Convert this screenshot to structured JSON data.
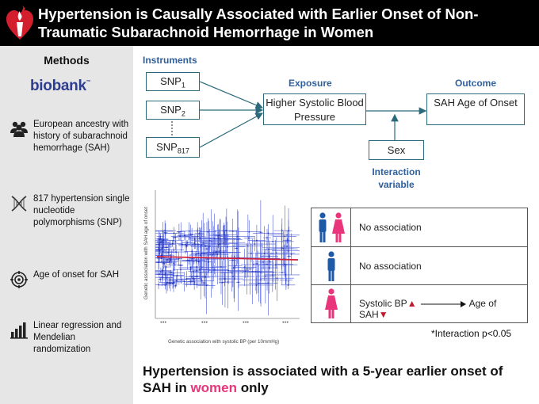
{
  "header": {
    "title": "Hypertension is Causally Associated with Earlier Onset of Non-Traumatic Subarachnoid Hemorrhage in Women",
    "logo_icon": "heart-torch-icon"
  },
  "sidebar": {
    "title": "Methods",
    "brand": "biobank",
    "brand_mark": "™",
    "items": [
      {
        "icon": "people-icon",
        "text": "European ancestry with history of subarachnoid hemorrhage (SAH)"
      },
      {
        "icon": "dna-icon",
        "text": "817 hypertension single nucleotide polymorphisms (SNP)"
      },
      {
        "icon": "target-icon",
        "text": "Age of onset for SAH"
      },
      {
        "icon": "bar-chart-icon",
        "text": "Linear regression and Mendelian randomization"
      }
    ]
  },
  "diagram": {
    "instruments_label": "Instruments",
    "snp_prefix": "SNP",
    "snp1_sub": "1",
    "snp2_sub": "2",
    "snp3_sub": "817",
    "exposure_label": "Exposure",
    "exposure_text": "Higher Systolic Blood Pressure",
    "outcome_label": "Outcome",
    "outcome_text": "SAH Age of Onset",
    "sex_text": "Sex",
    "interaction_label": "Interaction variable"
  },
  "plot": {
    "xlabel": "Genetic association with systolic BP (per 10mmHg)",
    "ylabel": "Genetic association with SAH age of onset"
  },
  "results": {
    "rows": [
      {
        "icons": "male-female-icons",
        "text": "No association"
      },
      {
        "icons": "male-icon",
        "text": "No association"
      },
      {
        "icons": "female-icon",
        "text_a": "Systolic BP",
        "text_b": "Age of SAH"
      }
    ],
    "up_color": "#c0192b",
    "male_color": "#1f5aa6",
    "female_color": "#e8357c"
  },
  "footnote": "*Interaction p<0.05",
  "takeaway": {
    "part1": "Hypertension is associated with a 5-year earlier onset of SAH in ",
    "highlight": "women",
    "part2": " only"
  }
}
